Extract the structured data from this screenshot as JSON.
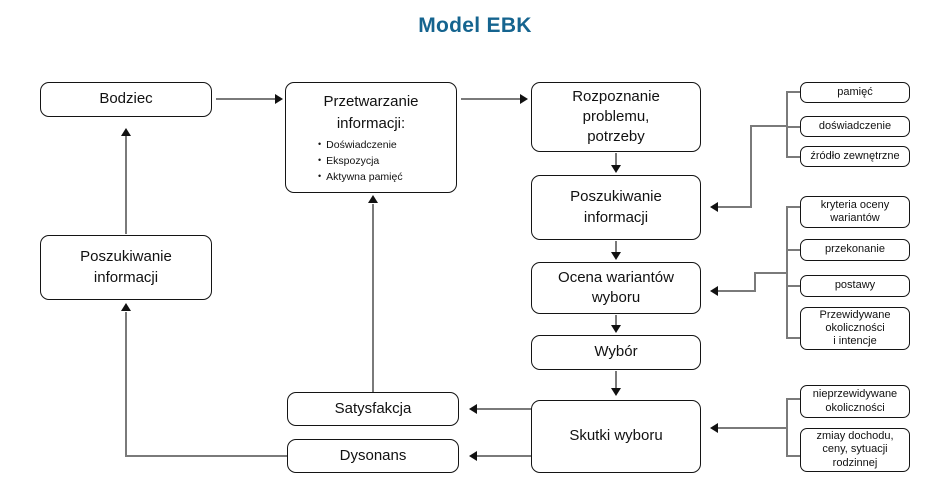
{
  "title": "Model EBK",
  "theme": {
    "title_color": "#15648f",
    "box_border": "#141414",
    "connector": "#7a7a7a",
    "arrowhead": "#111111",
    "background": "#ffffff"
  },
  "nodes": {
    "bodziec": {
      "label": "Bodziec"
    },
    "przetwarzanie": {
      "title_line1": "Przetwarzanie",
      "title_line2": "informacji:",
      "bullets": [
        "Doświadczenie",
        "Ekspozycja",
        "Aktywna pamięć"
      ]
    },
    "rozpoznanie": {
      "line1": "Rozpoznanie problemu,",
      "line2": "potrzeby"
    },
    "poszukiwanie_right": {
      "line1": "Poszukiwanie",
      "line2": "informacji"
    },
    "ocena": {
      "line1": "Ocena wariantów",
      "line2": "wyboru"
    },
    "wybor": {
      "label": "Wybór"
    },
    "skutki": {
      "label": "Skutki wyboru"
    },
    "satysfakcja": {
      "label": "Satysfakcja"
    },
    "dysonans": {
      "label": "Dysonans"
    },
    "poszukiwanie_left": {
      "line1": "Poszukiwanie",
      "line2": "informacji"
    }
  },
  "groups": {
    "sources": {
      "items": [
        {
          "label": "pamięć"
        },
        {
          "label": "doświadczenie"
        },
        {
          "label": "źródło zewnętrzne"
        }
      ]
    },
    "evaluation": {
      "items": [
        {
          "line1": "kryteria oceny",
          "line2": "wariantów"
        },
        {
          "line1": "przekonanie",
          "line2": ""
        },
        {
          "line1": "postawy",
          "line2": ""
        },
        {
          "line1": "Przewidywane",
          "line2": "okoliczności",
          "line3": "i intencje"
        }
      ]
    },
    "outcomes": {
      "items": [
        {
          "line1": "nieprzewidywane",
          "line2": "okoliczności"
        },
        {
          "line1": "zmiay dochodu,",
          "line2": "ceny, sytuacji",
          "line3": "rodzinnej"
        }
      ]
    }
  }
}
